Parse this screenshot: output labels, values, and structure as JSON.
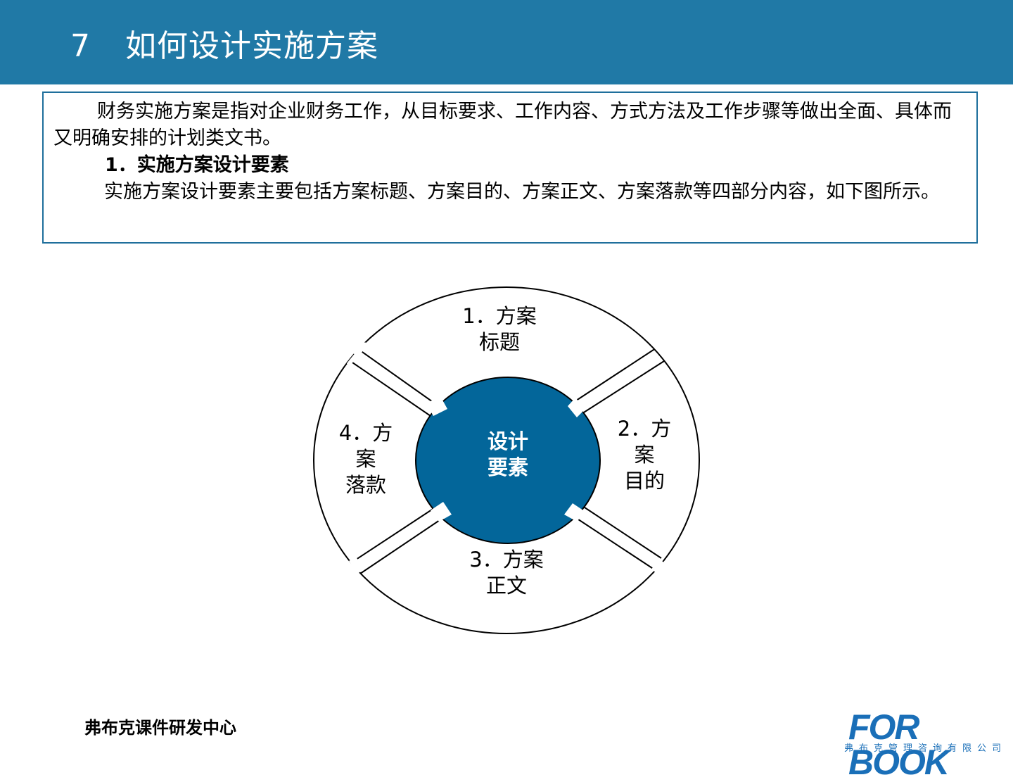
{
  "header": {
    "number": "7",
    "title": "如何设计实施方案",
    "background_color": "#2079a6"
  },
  "content": {
    "paragraph1": "财务实施方案是指对企业财务工作，从目标要求、工作内容、方式方法及工作步骤等做出全面、具体而又明确安排的计划类文书。",
    "heading": "1．实施方案设计要素",
    "paragraph2": "实施方案设计要素主要包括方案标题、方案目的、方案正文、方案落款等四部分内容，如下图所示。"
  },
  "diagram": {
    "center": {
      "line1": "设计",
      "line2": "要素",
      "color": "#03669a"
    },
    "segments": [
      {
        "position": "top",
        "lines": [
          "1．方案",
          "标题"
        ]
      },
      {
        "position": "right",
        "lines": [
          "2．方",
          "案",
          "目的"
        ]
      },
      {
        "position": "bottom",
        "lines": [
          "3．方案",
          "正文"
        ]
      },
      {
        "position": "left",
        "lines": [
          "4．方",
          "案",
          "落款"
        ]
      }
    ]
  },
  "footer": {
    "center_name": "弗布克课件研发中心",
    "logo_word": "FOR BOOK",
    "logo_subtitle": "弗布克管理咨询有限公司",
    "logo_color": "#1a6fb8"
  }
}
